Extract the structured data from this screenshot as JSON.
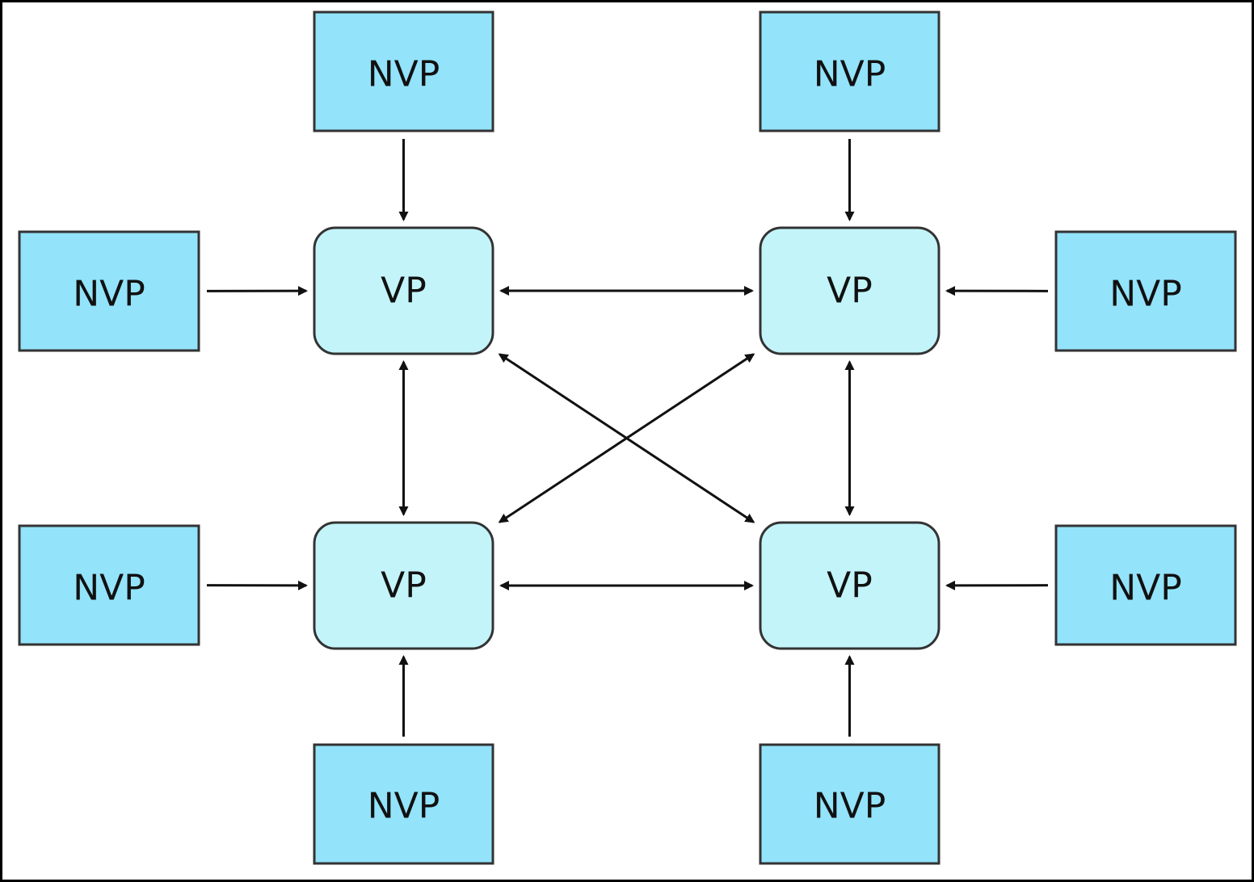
{
  "colors": {
    "nvp_fill": "#93e3fb",
    "vp_fill": "#c3f4fa",
    "stroke": "#333333",
    "arrow": "#111111",
    "frame": "#000000"
  },
  "nodes": [
    {
      "id": "vp-top-left",
      "kind": "vp",
      "label": "VP"
    },
    {
      "id": "vp-top-right",
      "kind": "vp",
      "label": "VP"
    },
    {
      "id": "vp-bottom-left",
      "kind": "vp",
      "label": "VP"
    },
    {
      "id": "vp-bottom-right",
      "kind": "vp",
      "label": "VP"
    },
    {
      "id": "nvp-top-left",
      "kind": "nvp",
      "label": "NVP"
    },
    {
      "id": "nvp-top-right",
      "kind": "nvp",
      "label": "NVP"
    },
    {
      "id": "nvp-left-upper",
      "kind": "nvp",
      "label": "NVP"
    },
    {
      "id": "nvp-right-upper",
      "kind": "nvp",
      "label": "NVP"
    },
    {
      "id": "nvp-left-lower",
      "kind": "nvp",
      "label": "NVP"
    },
    {
      "id": "nvp-right-lower",
      "kind": "nvp",
      "label": "NVP"
    },
    {
      "id": "nvp-bottom-left",
      "kind": "nvp",
      "label": "NVP"
    },
    {
      "id": "nvp-bottom-right",
      "kind": "nvp",
      "label": "NVP"
    }
  ],
  "edges": [
    {
      "from": "nvp-top-left",
      "to": "vp-top-left",
      "bidirectional": false
    },
    {
      "from": "nvp-top-right",
      "to": "vp-top-right",
      "bidirectional": false
    },
    {
      "from": "nvp-left-upper",
      "to": "vp-top-left",
      "bidirectional": false
    },
    {
      "from": "nvp-right-upper",
      "to": "vp-top-right",
      "bidirectional": false
    },
    {
      "from": "nvp-left-lower",
      "to": "vp-bottom-left",
      "bidirectional": false
    },
    {
      "from": "nvp-right-lower",
      "to": "vp-bottom-right",
      "bidirectional": false
    },
    {
      "from": "nvp-bottom-left",
      "to": "vp-bottom-left",
      "bidirectional": false
    },
    {
      "from": "nvp-bottom-right",
      "to": "vp-bottom-right",
      "bidirectional": false
    },
    {
      "from": "vp-top-left",
      "to": "vp-top-right",
      "bidirectional": true
    },
    {
      "from": "vp-bottom-left",
      "to": "vp-bottom-right",
      "bidirectional": true
    },
    {
      "from": "vp-top-left",
      "to": "vp-bottom-left",
      "bidirectional": true
    },
    {
      "from": "vp-top-right",
      "to": "vp-bottom-right",
      "bidirectional": true
    },
    {
      "from": "vp-top-left",
      "to": "vp-bottom-right",
      "bidirectional": true
    },
    {
      "from": "vp-top-right",
      "to": "vp-bottom-left",
      "bidirectional": true
    }
  ]
}
